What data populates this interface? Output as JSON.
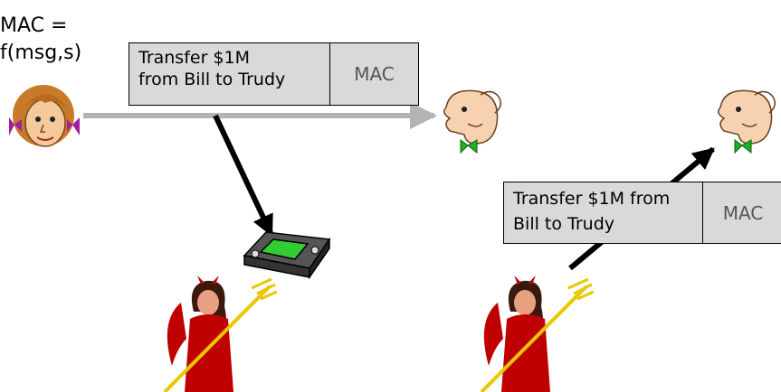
{
  "sender": {
    "formula_line1": "MAC =",
    "formula_line2": "f(msg,s)"
  },
  "original_message": {
    "body_line1": "Transfer $1M",
    "body_line2": "from Bill to Trudy",
    "tag": "MAC"
  },
  "forged_message": {
    "body_line1": "Transfer $1M from",
    "body_line2": "Bill to Trudy",
    "tag": "MAC"
  },
  "colors": {
    "message_box": "#d9d9d9",
    "channel_arrow": "#b3b3b3",
    "attack_arrow": "#000000",
    "trudy_dress": "#c00000",
    "trident": "#e8c800",
    "recorder_screen": "#33cc33",
    "alice_bow": "#a020a0",
    "bob_tie": "#22b022"
  },
  "icons": [
    "alice-icon",
    "bob-icon",
    "trudy-icon",
    "recorder-icon",
    "arrow-icon"
  ]
}
